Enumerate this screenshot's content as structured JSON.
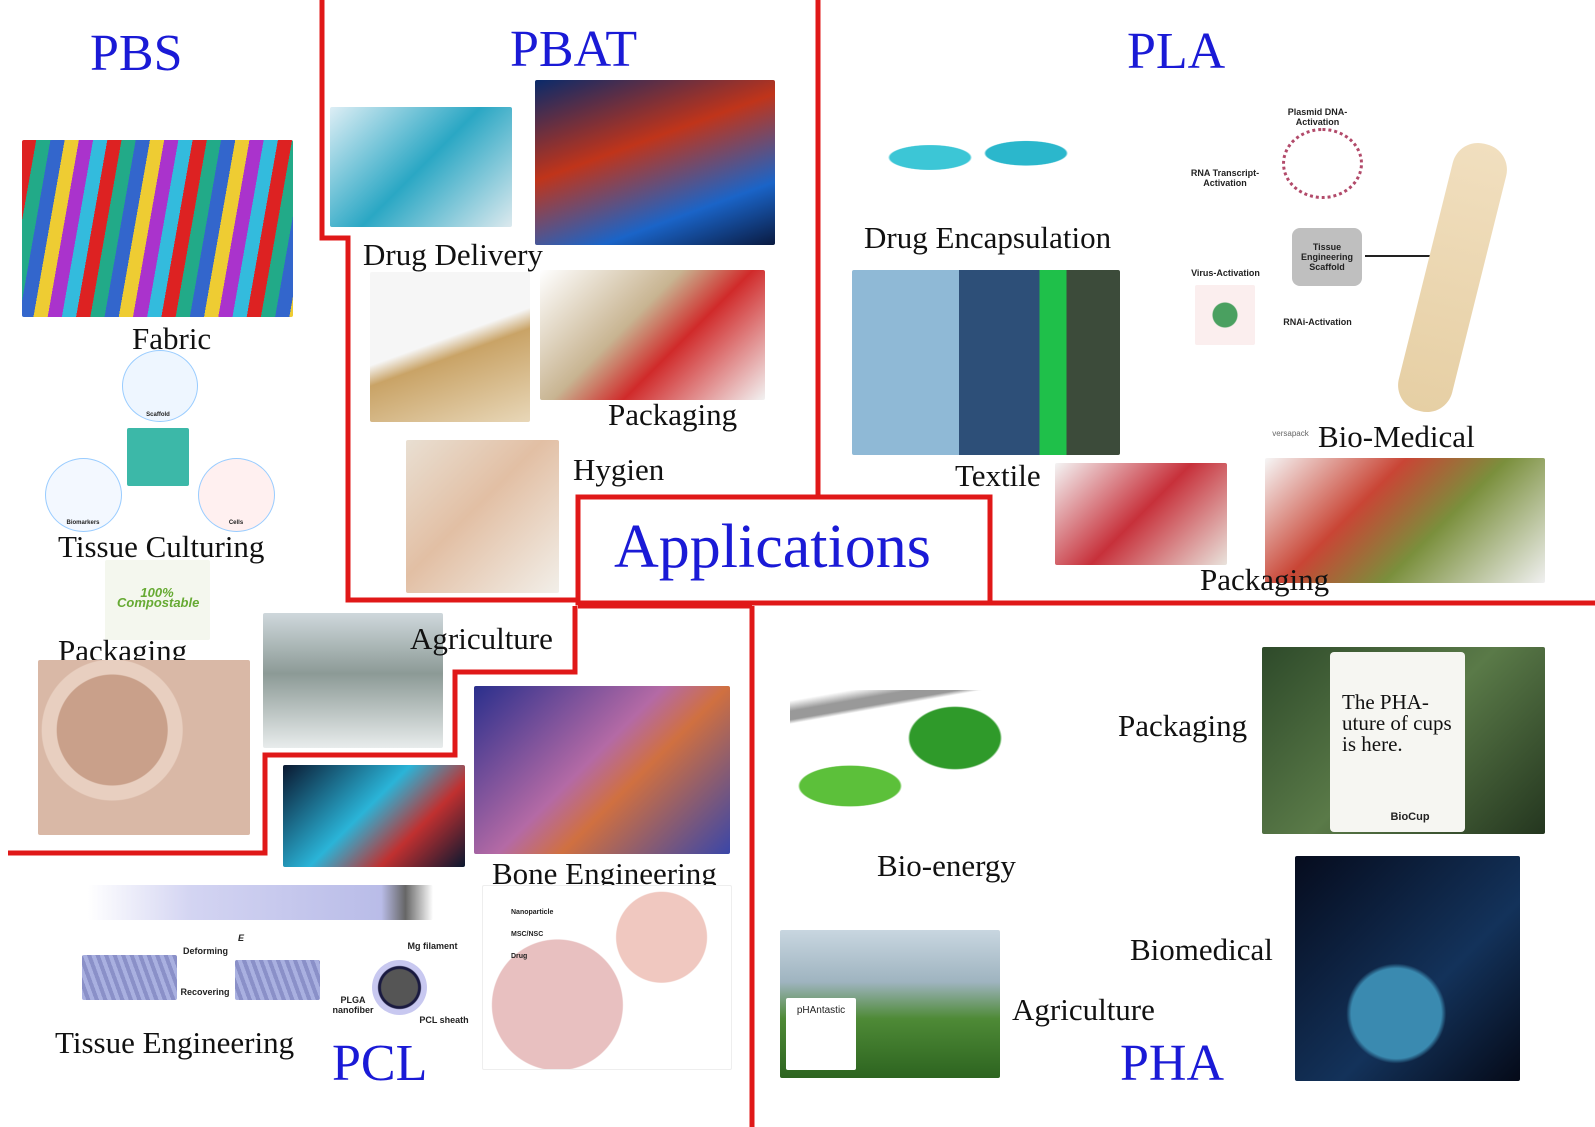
{
  "title": "Applications",
  "sections": {
    "pbs": {
      "name": "PBS",
      "labels": [
        "Fabric",
        "Tissue Culturing",
        "Packaging"
      ],
      "small": {
        "scaffold": "Scaffold",
        "biomarkers": "Biomarkers",
        "cells": "Cells",
        "bag_text": "100% Compostable"
      }
    },
    "pbat": {
      "name": "PBAT",
      "labels": [
        "Drug Delivery",
        "Packaging",
        "Hygien",
        "Agriculture"
      ]
    },
    "pla": {
      "name": "PLA",
      "labels": [
        "Drug Encapsulation",
        "Textile",
        "Bio-Medical",
        "Packaging"
      ],
      "small": {
        "plasmid": "Plasmid DNA-Activation",
        "rna": "RNA Transcript-Activation",
        "virus": "Virus-Activation",
        "scaffold": "Tissue Engineering Scaffold",
        "rnai": "RNAi-Activation",
        "brand": "versapack"
      }
    },
    "pcl": {
      "name": "PCL",
      "labels": [
        "Bone Engineering",
        "Tissue Engineering"
      ],
      "small": {
        "deforming": "Deforming",
        "recovering": "Recovering",
        "e": "E",
        "mg": "Mg filament",
        "plga": "PLGA nanofiber",
        "pcl_sheath": "PCL sheath",
        "nanoparticle": "Nanoparticle",
        "msc": "MSC/NSC",
        "drug": "Drug"
      }
    },
    "pha": {
      "name": "PHA",
      "labels": [
        "Packaging",
        "Bio-energy",
        "Biomedical",
        "Agriculture"
      ],
      "small": {
        "cup_text": "The PHA-uture of cups is here.",
        "cup_brand": "BioCup",
        "antastic": "pHAntastic"
      }
    }
  },
  "colors": {
    "divider": "#e01818",
    "heading": "#1a1ad6"
  }
}
